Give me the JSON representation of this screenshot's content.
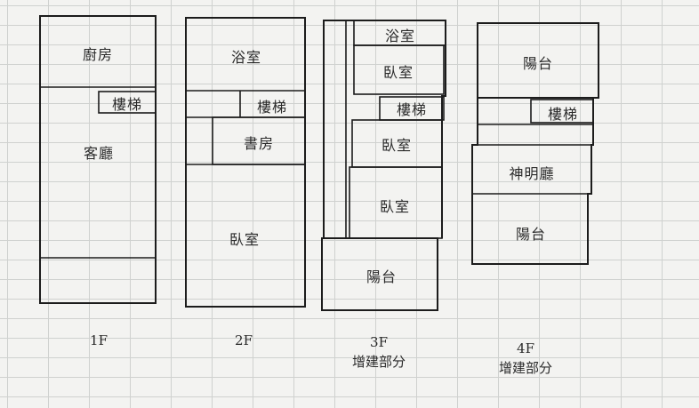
{
  "floors": [
    {
      "label": "1F",
      "note": "",
      "rooms": {
        "kitchen": "廚房",
        "stairs": "樓梯",
        "living": "客廳"
      }
    },
    {
      "label": "2F",
      "note": "",
      "rooms": {
        "bath": "浴室",
        "stairs": "樓梯",
        "study": "書房",
        "bedroom": "臥室"
      }
    },
    {
      "label": "3F",
      "note": "增建部分",
      "rooms": {
        "bath": "浴室",
        "bedroom1": "臥室",
        "stairs": "樓梯",
        "bedroom2": "臥室",
        "bedroom3": "臥室",
        "balcony": "陽台"
      }
    },
    {
      "label": "4F",
      "note": "增建部分",
      "rooms": {
        "balcony1": "陽台",
        "stairs": "樓梯",
        "shrine": "神明廳",
        "balcony2": "陽台"
      }
    }
  ]
}
